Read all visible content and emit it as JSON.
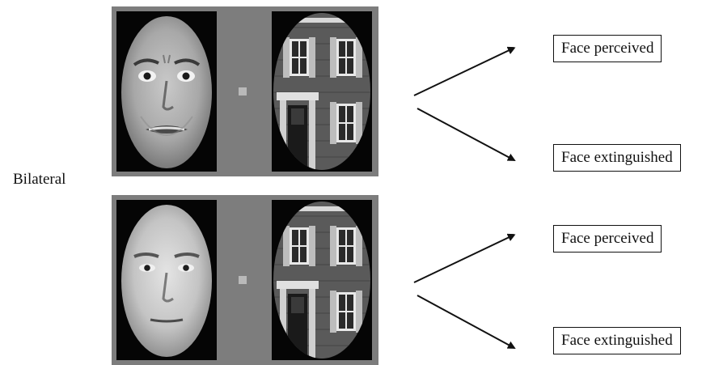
{
  "condition_label": "Bilateral",
  "trials": [
    {
      "face_expression": "fearful",
      "outcomes": [
        "Face perceived",
        "Face extinguished"
      ]
    },
    {
      "face_expression": "neutral",
      "outcomes": [
        "Face perceived",
        "Face extinguished"
      ]
    }
  ],
  "colors": {
    "panel": "#7d7d7d",
    "fixation": "#b9b9b9",
    "background": "#ffffff"
  }
}
